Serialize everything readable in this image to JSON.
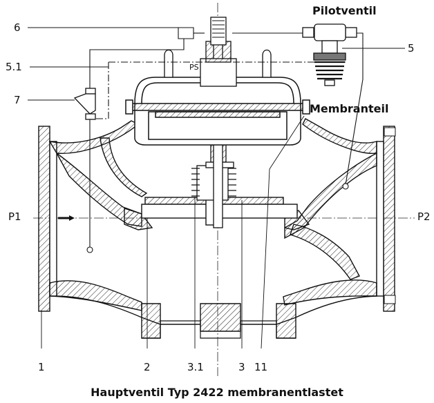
{
  "title": "Hauptventil Typ 2422 membranentlastet",
  "labels": {
    "pilotventil": "Pilotventil",
    "membranteil": "Membranteil",
    "l6": "6",
    "l5_1": "5.1",
    "l7": "7",
    "l5": "5",
    "p1": "P1",
    "p2": "P2",
    "ps": "PS",
    "b1": "1",
    "b2": "2",
    "b3_1": "3.1",
    "b3": "3",
    "b11": "11"
  }
}
